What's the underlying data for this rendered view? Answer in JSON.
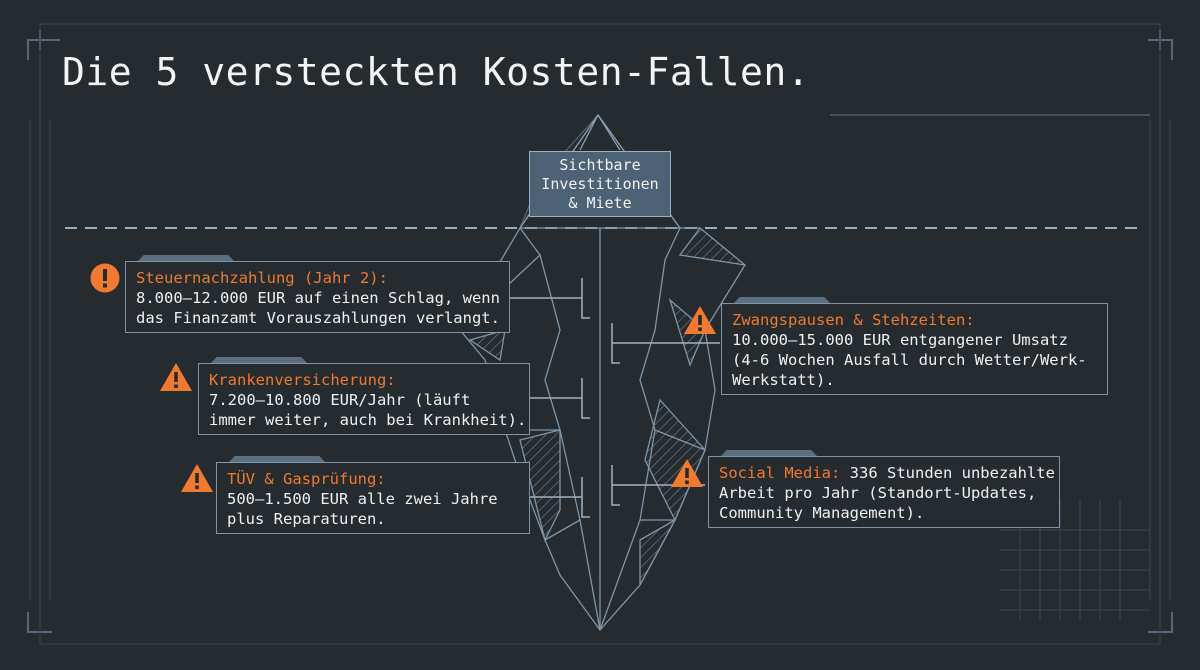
{
  "title": "Die 5 versteckten Kosten-Fallen.",
  "tip_label": [
    "Sichtbare",
    "Investitionen",
    "& Miete"
  ],
  "colors": {
    "background": "#262b2f",
    "accent": "#f07a2f",
    "line": "#7f95a7",
    "tip_box": "#4d6274"
  },
  "cards": [
    {
      "id": "steuer",
      "icon": "exclamation-circle-icon",
      "head": "Steuernachzahlung (Jahr 2):",
      "lines": [
        "8.000–12.000 EUR auf einen Schlag, wenn",
        "das Finanzamt Vorauszahlungen verlangt."
      ]
    },
    {
      "id": "kv",
      "icon": "warning-triangle-icon",
      "head": "Krankenversicherung:",
      "lines": [
        "7.200–10.800 EUR/Jahr (läuft",
        "immer weiter, auch bei Krankheit)."
      ]
    },
    {
      "id": "tuev",
      "icon": "warning-triangle-icon",
      "head": "TÜV & Gasprüfung:",
      "lines": [
        "500–1.500 EUR alle zwei Jahre",
        "plus Reparaturen."
      ]
    },
    {
      "id": "zwang",
      "icon": "warning-triangle-icon",
      "head": "Zwangspausen & Stehzeiten:",
      "lines": [
        "10.000–15.000 EUR entgangener Umsatz",
        "(4-6 Wochen Ausfall durch Wetter/Werk-",
        "Werkstatt)."
      ]
    },
    {
      "id": "social",
      "icon": "warning-triangle-icon",
      "head": "Social Media:",
      "head_rest": " 336 Stunden unbezahlte",
      "lines": [
        "Arbeit pro Jahr (Standort-Updates,",
        "Community Management)."
      ]
    }
  ]
}
